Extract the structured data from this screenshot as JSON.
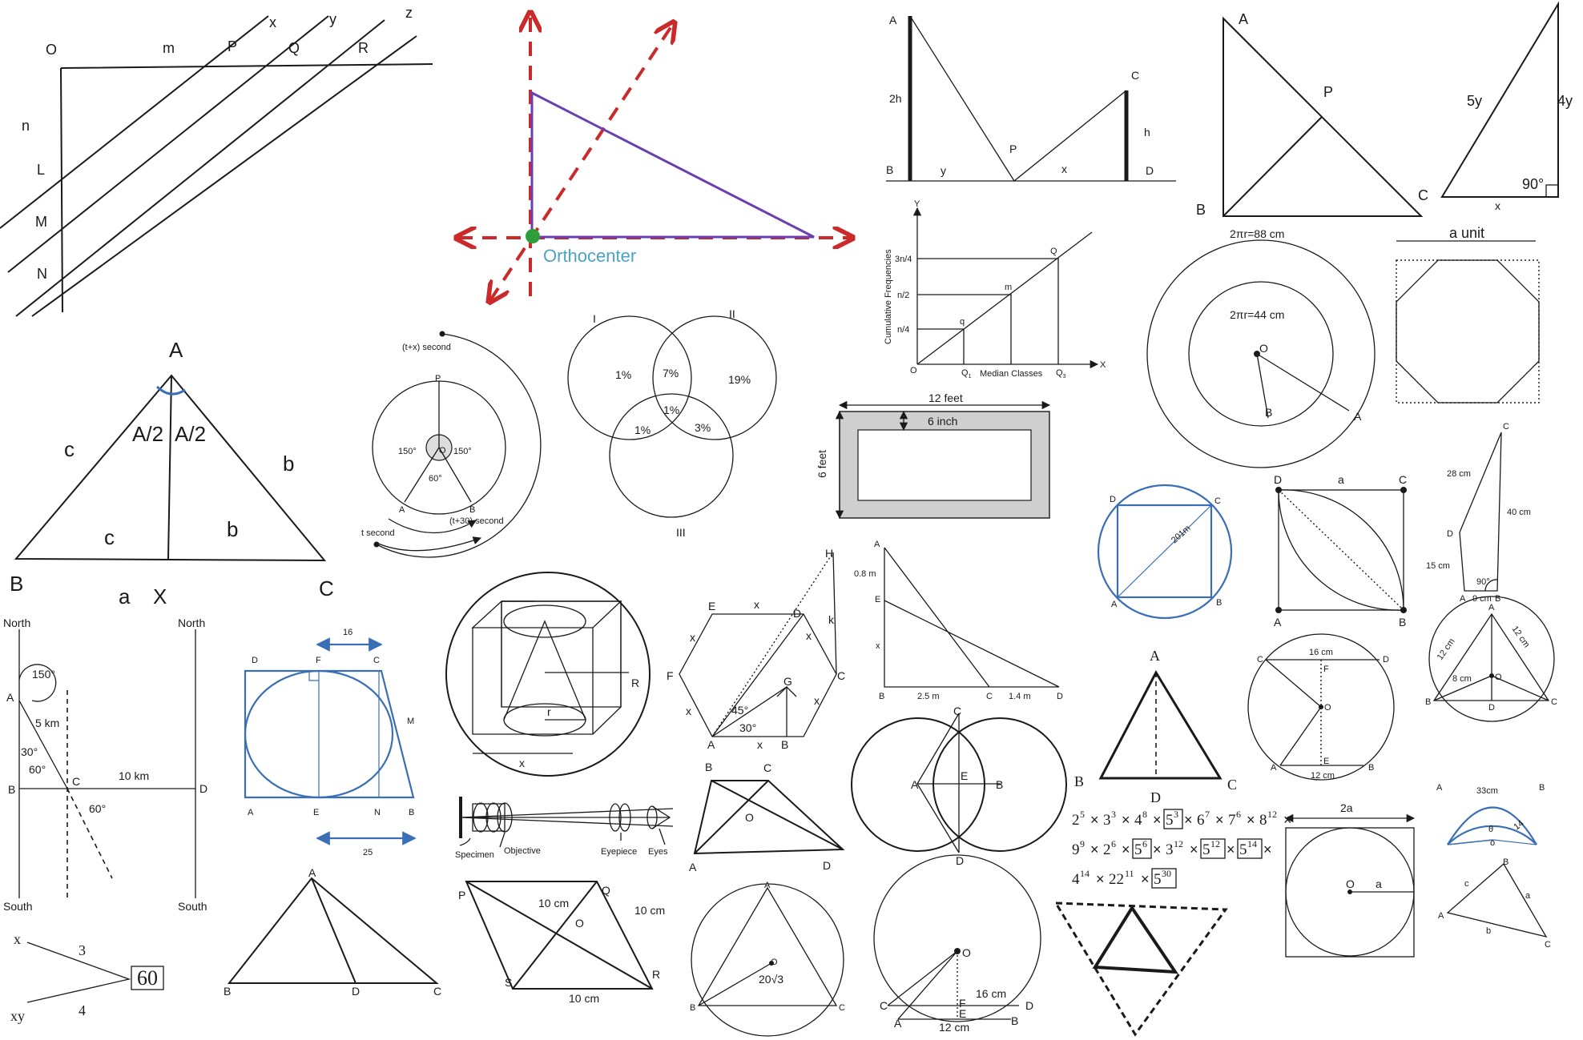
{
  "colors": {
    "ink": "#1a1a1a",
    "blue": "#3a6fb5",
    "red": "#cc2a2a",
    "purple": "#6a3fb0",
    "green": "#2e9e3a",
    "cyan": "#4aa3c8",
    "gray": "#cccccc"
  },
  "d1": {
    "O": "O",
    "m": "m",
    "P": "P",
    "Q": "Q",
    "R": "R",
    "x": "x",
    "y": "y",
    "z": "z",
    "n": "n",
    "L": "L",
    "M": "M",
    "N": "N"
  },
  "d2": {
    "orthocenter": "Orthocenter"
  },
  "d3": {
    "A": "A",
    "h2": "2h",
    "B": "B",
    "y": "y",
    "P": "P",
    "x": "x",
    "C": "C",
    "h": "h",
    "D": "D"
  },
  "d4": {
    "A": "A",
    "P": "P",
    "B": "B",
    "C": "C"
  },
  "d5": {
    "y5": "5y",
    "y4": "4y",
    "ang": "90°",
    "x": "x"
  },
  "d6": {
    "A": "A",
    "c": "c",
    "b": "b",
    "half1": "A/2",
    "half2": "A/2",
    "B": "B",
    "C": "C",
    "a": "a",
    "X": "X",
    "c2": "c",
    "b2": "b"
  },
  "d7": {
    "tx": "(t+x) second",
    "t": "t second",
    "t30": "(t+30) second",
    "P": "P",
    "O": "O",
    "a1": "150°",
    "a2": "150°",
    "a3": "60°",
    "A": "A",
    "B": "B"
  },
  "d8": {
    "I": "I",
    "II": "II",
    "III": "III",
    "p1": "1%",
    "p2": "7%",
    "p3": "19%",
    "p4": "1%",
    "p5": "1%",
    "p6": "3%"
  },
  "d9": {
    "Y": "Y",
    "X": "X",
    "O": "O",
    "ylabel": "Cumulative Frequencies",
    "t1": "3n/4",
    "t2": "n/2",
    "t3": "n/4",
    "q": "q",
    "m": "m",
    "Q": "Q",
    "q1": "Q",
    "q1s": "1",
    "xl": "Median Classes",
    "q3": "Q",
    "q3s": "3"
  },
  "d10": {
    "w": "12 feet",
    "h": "6 feet",
    "in": "6 inch"
  },
  "d11": {
    "outer": "2πr=88 cm",
    "inner": "2πr=44 cm",
    "O": "O",
    "A": "A",
    "B": "B"
  },
  "d12": {
    "unit": "a unit"
  },
  "d13": {
    "D": "D",
    "C": "C",
    "A": "A",
    "B": "B",
    "d": "201m"
  },
  "d14": {
    "D": "D",
    "a": "a",
    "C": "C",
    "A": "A",
    "B": "B"
  },
  "d15": {
    "C": "C",
    "c28": "28 cm",
    "c40": "40 cm",
    "D": "D",
    "c15": "15 cm",
    "A": "A",
    "c9": "9 cm",
    "B": "B",
    "ang": "90°"
  },
  "d16": {
    "N1": "North",
    "N2": "North",
    "S1": "South",
    "S2": "South",
    "a150": "150°",
    "A": "A",
    "k5": "5 km",
    "a30": "30°",
    "a60": "60°",
    "B": "B",
    "C": "C",
    "k10": "10 km",
    "D": "D",
    "a60b": "60°"
  },
  "d17": {
    "t16": "16",
    "D": "D",
    "F": "F",
    "C": "C",
    "M": "M",
    "A": "A",
    "E": "E",
    "N": "N",
    "B": "B",
    "t25": "25"
  },
  "d18": {
    "R": "R",
    "r": "r",
    "x": "x"
  },
  "d19": {
    "H": "H",
    "E": "E",
    "x1": "x",
    "D": "D",
    "k": "k",
    "x2": "x",
    "F": "F",
    "C": "C",
    "x3": "x",
    "x4": "x",
    "G": "G",
    "a45": "45°",
    "a30": "30°",
    "A": "A",
    "x5": "x",
    "B": "B"
  },
  "d20": {
    "A": "A",
    "m08": "0.8 m",
    "E": "E",
    "x": "x",
    "B": "B",
    "m25": "2.5 m",
    "C": "C",
    "m14": "1.4 m",
    "D": "D"
  },
  "d21": {
    "A": "A",
    "B": "B",
    "C": "C",
    "D": "D",
    "E": "E"
  },
  "d22": {
    "A": "A",
    "B": "B",
    "D": "D",
    "C": "C"
  },
  "d23": {
    "C": "C",
    "D": "D",
    "c16": "16 cm",
    "F": "F",
    "O": "O",
    "A": "A",
    "B": "B",
    "E": "E",
    "c12": "12 cm"
  },
  "d24": {
    "A": "A",
    "c12a": "12 cm",
    "c12b": "12 cm",
    "c8": "8 cm",
    "O": "O",
    "B": "B",
    "D": "D",
    "C": "C"
  },
  "d25": {
    "spec": "Specimen",
    "obj": "Objective",
    "eyep": "Eyepiece",
    "eyes": "Eyes"
  },
  "d26": {
    "B": "B",
    "C": "C",
    "O": "O",
    "A": "A",
    "D": "D"
  },
  "d27": {
    "r1": [
      [
        "2",
        "5"
      ],
      [
        "3",
        "3"
      ],
      [
        "4",
        "8"
      ],
      [
        "5",
        "3",
        true
      ],
      [
        "6",
        "7"
      ],
      [
        "7",
        "6"
      ],
      [
        "8",
        "12"
      ]
    ],
    "r2": [
      [
        "9",
        "9"
      ],
      [
        "2",
        "6"
      ],
      [
        "5",
        "6",
        true
      ],
      [
        "3",
        "12"
      ],
      [
        "5",
        "12",
        true
      ],
      [
        "5",
        "14",
        true
      ]
    ],
    "r3": [
      [
        "4",
        "14"
      ],
      [
        "22",
        "11"
      ],
      [
        "5",
        "30",
        true
      ]
    ]
  },
  "d28": {
    "a2": "2a",
    "O": "O",
    "a": "a"
  },
  "d29": {
    "c33": "33cm",
    "A": "A",
    "B": "B",
    "th": "θ",
    "n14": "14",
    "o": "o"
  },
  "d30": {
    "x": "x",
    "xy": "xy",
    "n3": "3",
    "n4": "4",
    "v60": "60"
  },
  "d31": {
    "A": "A",
    "B": "B",
    "D": "D",
    "C": "C"
  },
  "d32": {
    "P": "P",
    "Q": "Q",
    "c10a": "10 cm",
    "O": "O",
    "c10b": "10 cm",
    "S": "S",
    "R": "R",
    "c10c": "10 cm"
  },
  "d33": {
    "A": "A",
    "O": "O",
    "r": "20√3",
    "B": "B",
    "C": "C"
  },
  "d34": {
    "O": "O",
    "c16": "16 cm",
    "C": "C",
    "F": "F",
    "D": "D",
    "E": "E",
    "A": "A",
    "c12": "12 cm",
    "B": "B"
  },
  "d36": {
    "c": "c",
    "B": "B",
    "a": "a",
    "A": "A",
    "b": "b",
    "C": "C"
  }
}
